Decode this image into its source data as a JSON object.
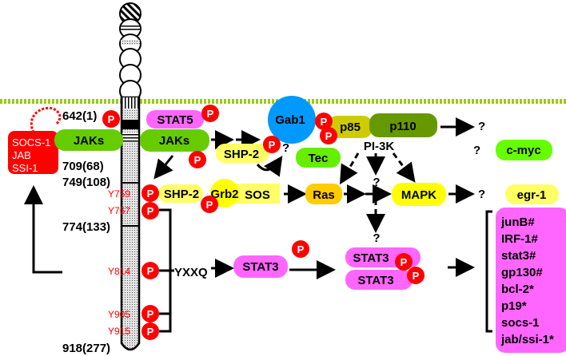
{
  "colors": {
    "membrane": "#99cc00",
    "jak": "#66cc00",
    "stat": "#ff66ff",
    "phospho": "#ff0000",
    "socs": "#ff0000",
    "gab1": "#0099ff",
    "p85": "#cccc00",
    "p110": "#669900",
    "tec": "#66ee00",
    "cmyc": "#66ff00",
    "yellow": "#ffff00",
    "paleyellow": "#ffff66",
    "ras": "#ffcc00"
  },
  "receptor": {
    "positions": [
      "642(1)",
      "709(68)",
      "749(108)",
      "774(133)",
      "918(277)"
    ],
    "tyrosines": [
      "Y759",
      "Y767",
      "Y814",
      "Y905",
      "Y915"
    ],
    "motif": "YXXQ"
  },
  "phospho_label": "P",
  "question": "?",
  "proteins": {
    "socs": [
      "SOCS-1",
      "JAB",
      "SSI-1"
    ],
    "jaks_left": "JAKs",
    "jaks_right": "JAKs",
    "stat5": "STAT5",
    "shp2_top": "SHP-2",
    "gab1": "Gab1",
    "p85": "p85",
    "p110": "p110",
    "pi3k": "PI-3K",
    "tec": "Tec",
    "cmyc": "c-myc",
    "shp2": "SHP-2",
    "grb2": "Grb2",
    "sos": "SOS",
    "ras": "Ras",
    "mapk": "MAPK",
    "egr1": "egr-1",
    "stat3": "STAT3",
    "stat3_dimer_top": "STAT3",
    "stat3_dimer_bottom": "STAT3"
  },
  "target_genes": [
    "junB#",
    "IRF-1#",
    "stat3#",
    "gp130#",
    "bcl-2*",
    "p19*",
    "socs-1",
    "jab/ssi-1*"
  ]
}
